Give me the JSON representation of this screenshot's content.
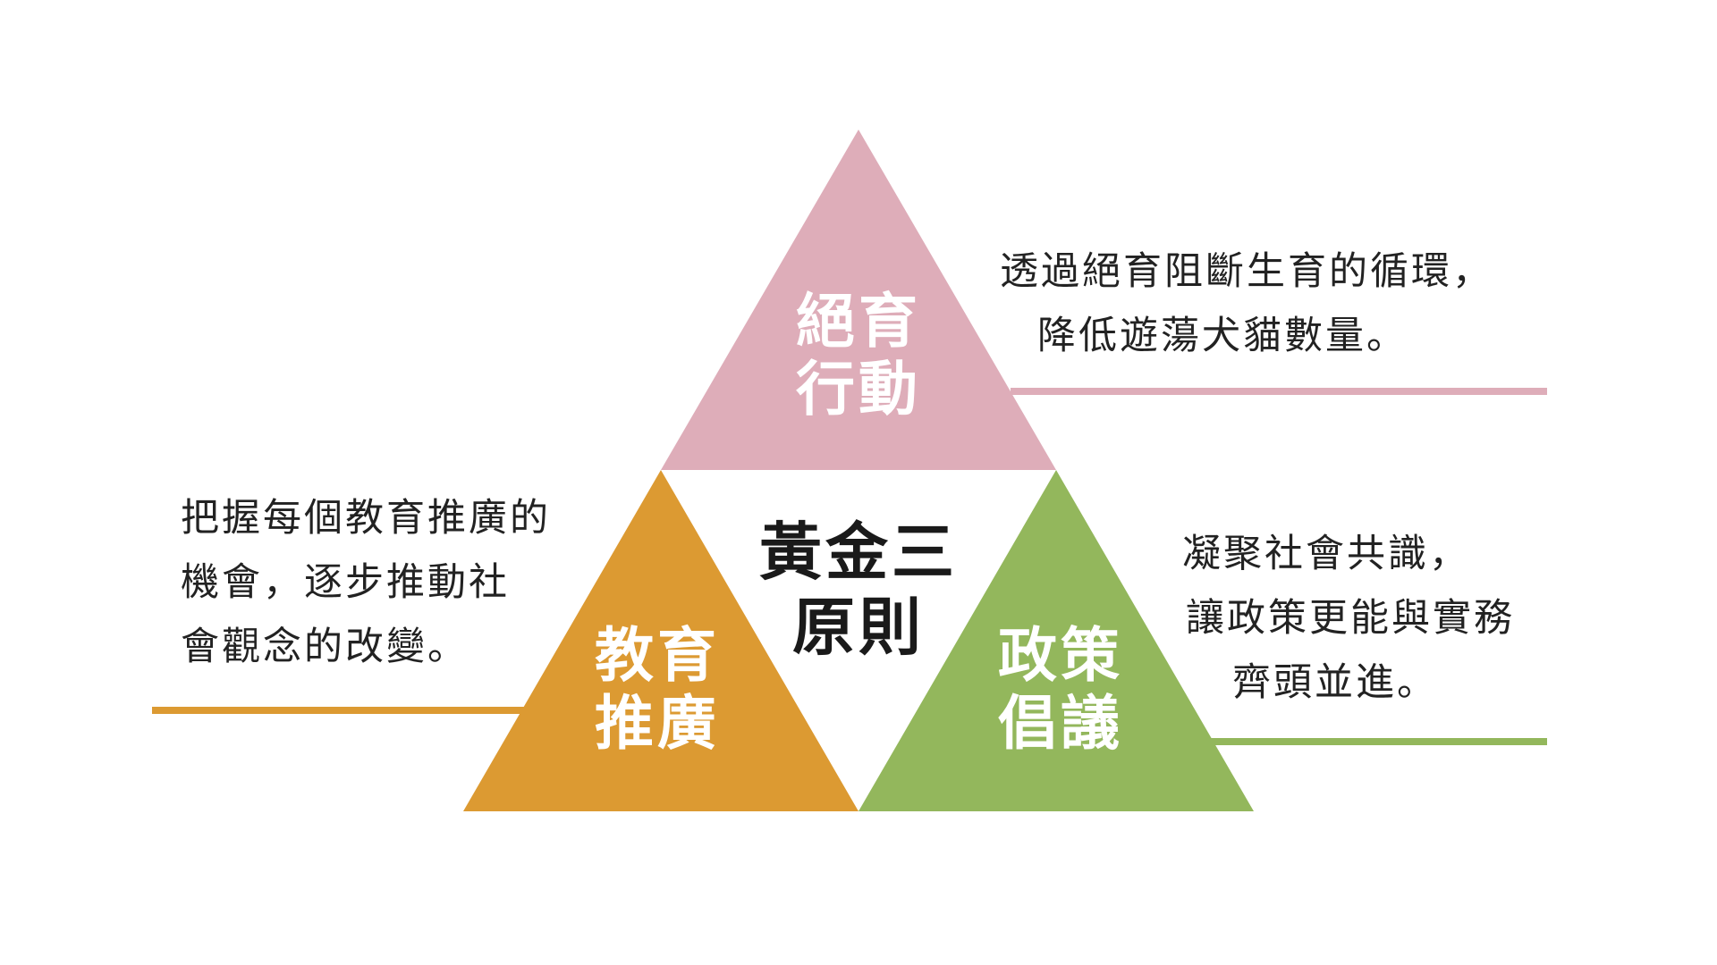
{
  "colors": {
    "sterilization": "#deadb9",
    "education": "#dc9a32",
    "policy": "#93b75c",
    "center_text": "#1a1a1a",
    "desc_text": "#222222"
  },
  "center": {
    "line1": "黃金三",
    "line2": "原則"
  },
  "sterilization": {
    "label_line1": "絕育",
    "label_line2": "行動",
    "desc_line1": "透過絕育阻斷生育的循環，",
    "desc_line2": "降低遊蕩犬貓數量。"
  },
  "education": {
    "label_line1": "教育",
    "label_line2": "推廣",
    "desc_line1": "把握每個教育推廣的",
    "desc_line2": "機會，逐步推動社",
    "desc_line3": "會觀念的改變。"
  },
  "policy": {
    "label_line1": "政策",
    "label_line2": "倡議",
    "desc_line1": "凝聚社會共識，",
    "desc_line2": "讓政策更能與實務",
    "desc_line3": "齊頭並進。"
  }
}
